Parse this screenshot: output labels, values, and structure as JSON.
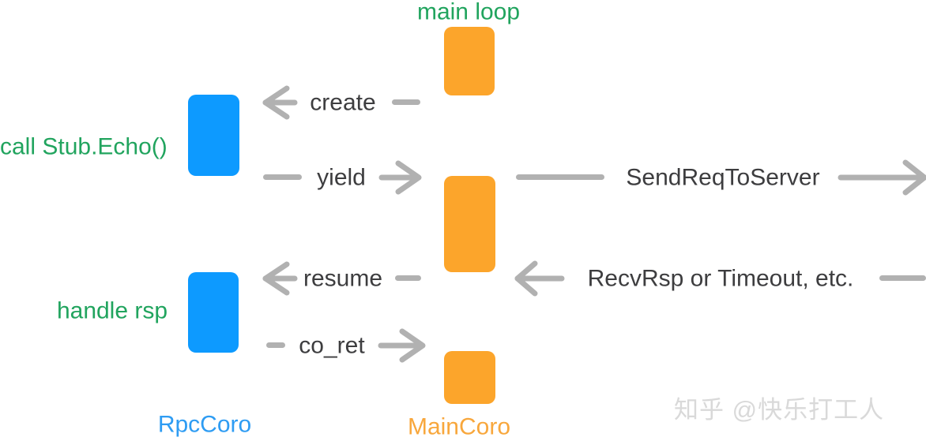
{
  "diagram": {
    "main_loop_label": "main loop",
    "call_stub_label": "call Stub.Echo()",
    "handle_rsp_label": "handle rsp",
    "rpc_coro_label": "RpcCoro",
    "main_coro_label": "MainCoro",
    "arrow_create": "create",
    "arrow_yield": "yield",
    "arrow_send_req": "SendReqToServer",
    "arrow_resume": "resume",
    "arrow_recv_rsp": "RecvRsp or Timeout, etc.",
    "arrow_co_ret": "co_ret",
    "watermark": "知乎 @快乐打工人",
    "colors": {
      "coroutine_blue": "#0D9AFF",
      "coroutine_orange": "#FCA52B",
      "annotation_green": "#21A45E",
      "rpc_coro_text_blue": "#2E9CF3",
      "main_coro_text_orange": "#F8A73C",
      "arrow_gray": "#B1B1B1",
      "arrow_label_dark": "#3D3D3F",
      "watermark_gray": "#D9D9D9"
    }
  }
}
